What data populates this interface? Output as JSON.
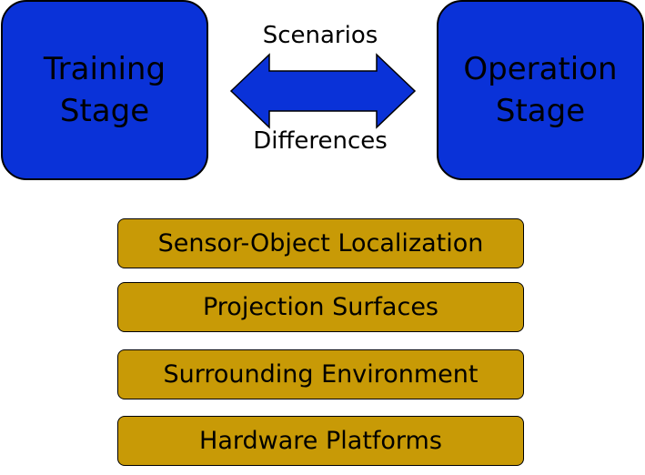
{
  "stages": {
    "training": "Training\nStage",
    "operation": "Operation\nStage"
  },
  "arrow": {
    "top_label": "Scenarios",
    "bottom_label": "Differences"
  },
  "factors": [
    "Sensor-Object Localization",
    "Projection Surfaces",
    "Surrounding Environment",
    "Hardware Platforms"
  ],
  "colors": {
    "stage_fill": "#0a32d8",
    "factor_fill": "#c89a06",
    "outline": "#000000"
  }
}
